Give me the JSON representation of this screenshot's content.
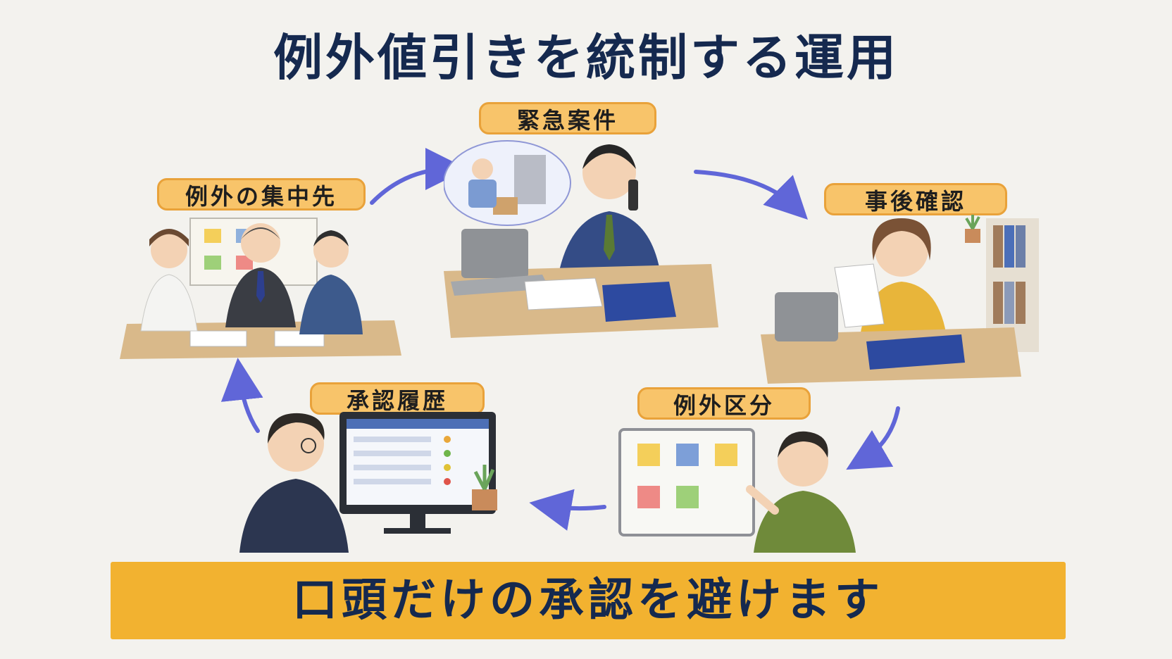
{
  "title": "例外値引きを統制する運用",
  "steps": {
    "urgent": "緊急案件",
    "concentration": "例外の集中先",
    "post_check": "事後確認",
    "approval_history": "承認履歴",
    "classification": "例外区分"
  },
  "banner": "口頭だけの承認を避けます",
  "colors": {
    "title": "#15294f",
    "label_fill": "#f8c46a",
    "label_border": "#e9a23a",
    "banner": "#f2b230",
    "arrow": "#6066d8"
  }
}
